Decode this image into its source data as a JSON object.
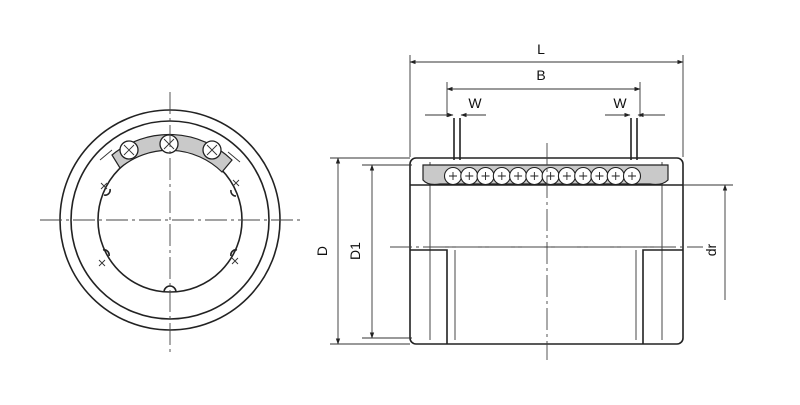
{
  "labels": {
    "L": "L",
    "B": "B",
    "W_left": "W",
    "W_right": "W",
    "D": "D",
    "D1": "D1",
    "dr": "dr"
  },
  "colors": {
    "line": "#222222",
    "retainer": "#c9c9c9",
    "ball_fill": "#ffffff",
    "background": "#ffffff"
  },
  "counts": {
    "balls_in_row": 12
  }
}
